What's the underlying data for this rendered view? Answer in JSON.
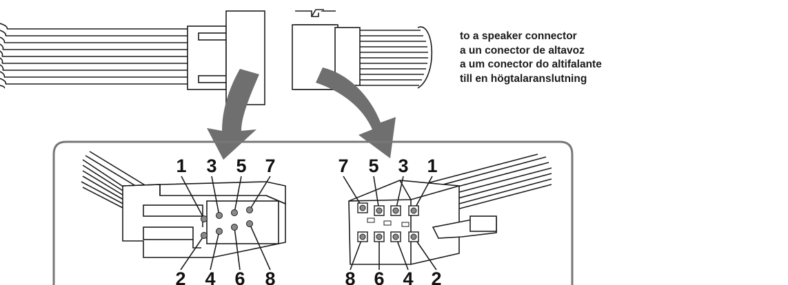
{
  "caption_lines": [
    "to a speaker connector",
    "a un conector de altavoz",
    "a um conector do altifalante",
    "till en högtalaranslutning"
  ],
  "left_connector": {
    "top_pins": [
      "1",
      "3",
      "5",
      "7"
    ],
    "bottom_pins": [
      "2",
      "4",
      "6",
      "8"
    ]
  },
  "right_connector": {
    "top_pins": [
      "7",
      "5",
      "3",
      "1"
    ],
    "bottom_pins": [
      "8",
      "6",
      "4",
      "2"
    ]
  },
  "colors": {
    "line": "#1a1a1a",
    "arrow": "#6f6f6f",
    "frame": "#777777",
    "pin": "#8a8a8a"
  }
}
